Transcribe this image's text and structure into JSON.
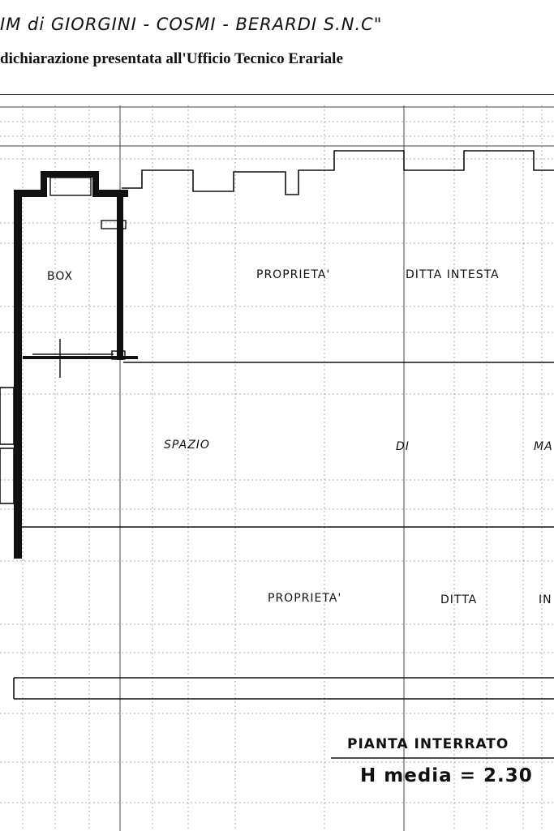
{
  "header": {
    "company_line": "IM di GIORGINI - COSMI - BERARDI S.N.C\"",
    "declaration_line": "dichiarazione presentata all'Ufficio Tecnico Erariale"
  },
  "plan": {
    "labels": {
      "box": "BOX",
      "property_upper": "PROPRIETA'",
      "ditta_upper": "DITTA INTESTA",
      "spazio": "SPAZIO",
      "di": "DI",
      "ma": "MA",
      "property_lower": "PROPRIETA'",
      "ditta_lower": "DITTA",
      "in_lower": "IN"
    },
    "title": "PIANTA INTERRATO",
    "height_note": "H media = 2.30"
  },
  "colors": {
    "ink": "#111111",
    "grid": "#9a9a9a",
    "paper": "#ffffff"
  }
}
